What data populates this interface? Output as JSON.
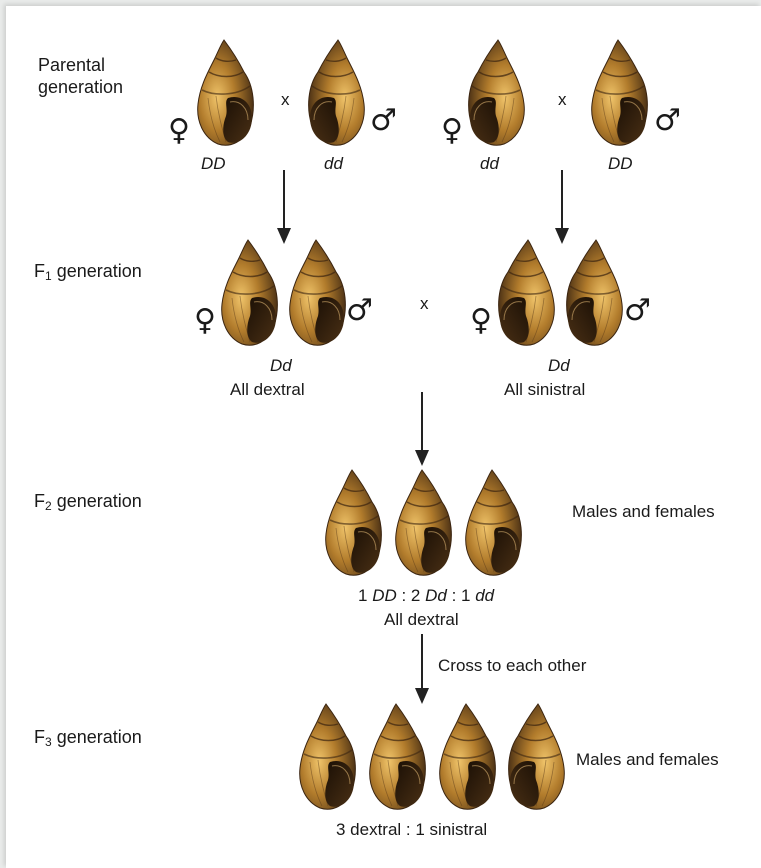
{
  "generations": {
    "parental": {
      "line1": "Parental",
      "line2": "generation"
    },
    "f1": {
      "prefix": "F",
      "sub": "1",
      "suffix": " generation"
    },
    "f2": {
      "prefix": "F",
      "sub": "2",
      "suffix": " generation"
    },
    "f3": {
      "prefix": "F",
      "sub": "3",
      "suffix": " generation"
    }
  },
  "cross_symbol": "x",
  "symbols": {
    "female": "♀",
    "male": "♂"
  },
  "parental_cross": {
    "left": {
      "female_genotype": "DD",
      "male_genotype": "dd"
    },
    "right": {
      "female_genotype": "dd",
      "male_genotype": "DD"
    }
  },
  "f1": {
    "left": {
      "genotype": "Dd",
      "phenotype": "All dextral"
    },
    "right": {
      "genotype": "Dd",
      "phenotype": "All sinistral"
    }
  },
  "f2": {
    "ratio_parts": [
      "1 ",
      "DD",
      " : 2 ",
      "Dd",
      " : 1 ",
      "dd"
    ],
    "phenotype": "All dextral",
    "sexes": "Males and females",
    "cross_note": "Cross to each other"
  },
  "f3": {
    "ratio": "3 dextral : 1 sinistral",
    "sexes": "Males and females"
  },
  "colors": {
    "shell_dark": "#3a2410",
    "shell_mid": "#9a6a22",
    "shell_light": "#e2b458",
    "arrow": "#222222"
  }
}
